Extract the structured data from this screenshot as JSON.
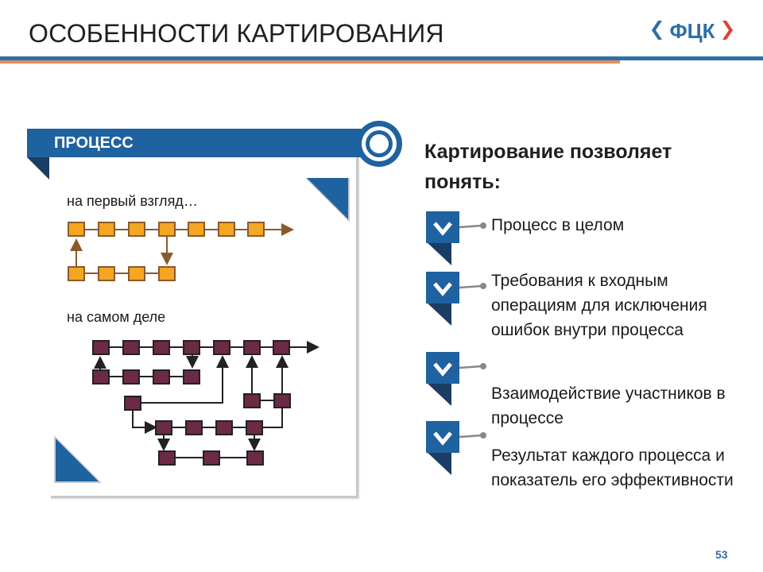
{
  "header": {
    "title": "ОСОБЕННОСТИ КАРТИРОВАНИЯ",
    "logo_text": "ФЦК",
    "accent_blue": "#2f6ea6",
    "accent_orange": "#e0915f"
  },
  "panel": {
    "banner_label": "ПРОЦЕСС",
    "caption_first": "на первый взгляд…",
    "caption_actual": "на самом деле",
    "simple_color": "#f5a623",
    "complex_color": "#6b2a45"
  },
  "right": {
    "heading": "Картирование позволяет понять:",
    "bullets": [
      {
        "text": "Процесс в целом",
        "icon": "check-chevron-icon"
      },
      {
        "text": "Требования к входным операциям для исключения ошибок внутри процесса",
        "icon": "check-chevron-icon"
      },
      {
        "text": "Взаимодействие участников в процессе",
        "icon": "check-chevron-icon"
      },
      {
        "text": "Результат каждого процесса и показатель его эффективности",
        "icon": "check-chevron-icon"
      }
    ]
  },
  "footer": {
    "page_number": "53"
  }
}
